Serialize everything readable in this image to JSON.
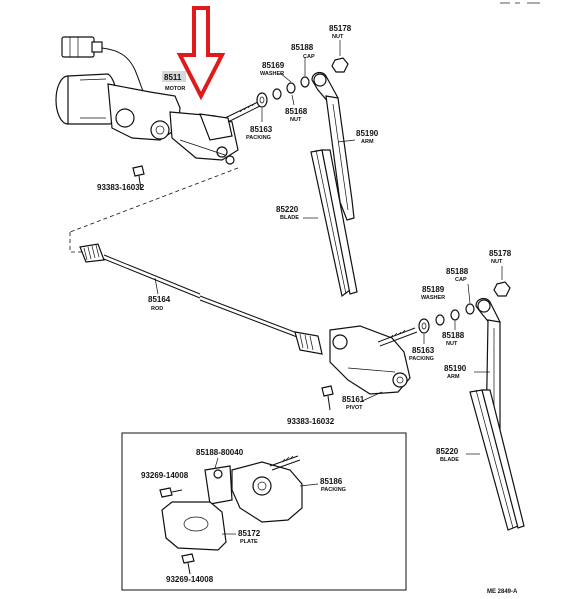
{
  "colors": {
    "arrow": "#e01a1a",
    "ink": "#111111",
    "paper": "#ffffff"
  },
  "labels": {
    "motor": {
      "num": "8511",
      "name": "MOTOR"
    },
    "cap_top": {
      "num": "85188",
      "name": "CAP"
    },
    "nut_top": {
      "num": "85178",
      "name": "NUT"
    },
    "washer_top": {
      "num": "85169",
      "name": "WASHER"
    },
    "nut_top2": {
      "num": "85168",
      "name": "NUT"
    },
    "packing_top": {
      "num": "85163",
      "name": "PACKING"
    },
    "arm_top": {
      "num": "85190",
      "name": "ARM"
    },
    "blade_top": {
      "num": "85220",
      "name": "BLADE"
    },
    "bolt_top": {
      "num": "93383-16032"
    },
    "rod": {
      "num": "85164",
      "name": "ROD"
    },
    "nut_right": {
      "num": "85178",
      "name": "NUT"
    },
    "cap_right": {
      "num": "85188",
      "name": "CAP"
    },
    "washer_right": {
      "num": "85189",
      "name": "WASHER"
    },
    "nut_right2": {
      "num": "85188",
      "name": "NUT"
    },
    "packing_right": {
      "num": "85163",
      "name": "PACKING"
    },
    "arm_right": {
      "num": "85190",
      "name": "ARM"
    },
    "pivot": {
      "num": "85161",
      "name": "PIVOT"
    },
    "bolt_mid": {
      "num": "93383-16032"
    },
    "blade_right": {
      "num": "85220",
      "name": "BLADE"
    },
    "inset_part": {
      "num": "85188-80040"
    },
    "inset_screw_top": {
      "num": "93269-14008"
    },
    "inset_packing": {
      "num": "85186",
      "name": "PACKING"
    },
    "inset_plate": {
      "num": "85172",
      "name": "PLATE"
    },
    "inset_screw_bottom": {
      "num": "93269-14008"
    },
    "footer_code": "ME 2849-A"
  }
}
